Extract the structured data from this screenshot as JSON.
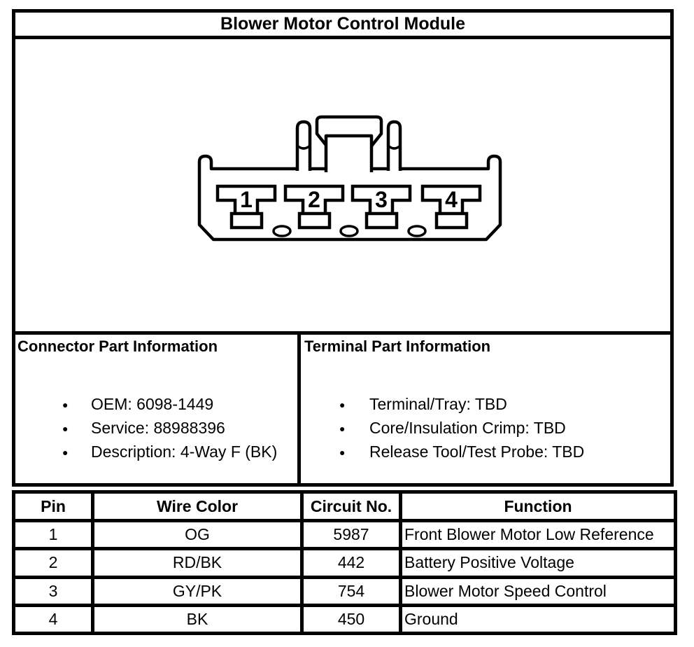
{
  "title": "Blower Motor Control Module",
  "connector_info": {
    "title": "Connector Part Information",
    "items": [
      "OEM: 6098-1449",
      "Service: 88988396",
      "Description: 4-Way F (BK)"
    ]
  },
  "terminal_info": {
    "title": "Terminal Part Information",
    "items": [
      "Terminal/Tray: TBD",
      "Core/Insulation Crimp: TBD",
      "Release Tool/Test Probe: TBD"
    ]
  },
  "diagram": {
    "type": "connector-end-view",
    "description": "4-way female connector end view with center latch",
    "cavity_labels": [
      "1",
      "2",
      "3",
      "4"
    ]
  },
  "pin_table": {
    "headers": [
      "Pin",
      "Wire Color",
      "Circuit No.",
      "Function"
    ],
    "rows": [
      {
        "pin": "1",
        "wire_color": "OG",
        "circuit_no": "5987",
        "function": "Front Blower Motor Low Reference"
      },
      {
        "pin": "2",
        "wire_color": "RD/BK",
        "circuit_no": "442",
        "function": "Battery Positive Voltage"
      },
      {
        "pin": "3",
        "wire_color": "GY/PK",
        "circuit_no": "754",
        "function": "Blower Motor Speed Control"
      },
      {
        "pin": "4",
        "wire_color": "BK",
        "circuit_no": "450",
        "function": "Ground"
      }
    ]
  },
  "colors": {
    "line": "#000000",
    "background": "#ffffff"
  }
}
